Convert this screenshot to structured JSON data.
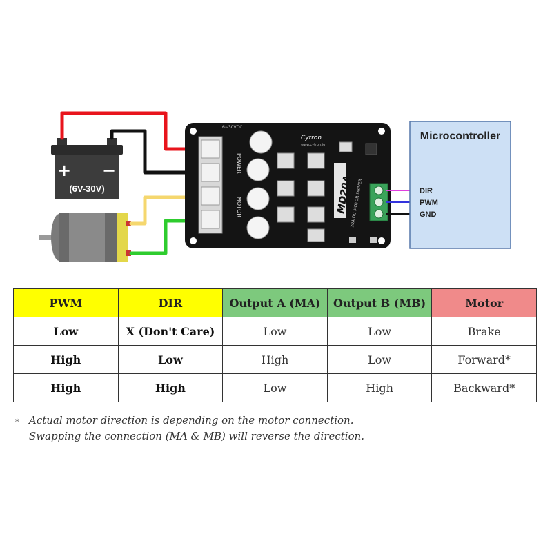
{
  "battery": {
    "label": "(6V-30V)",
    "plus": "+",
    "minus": "−"
  },
  "microcontroller": {
    "title": "Microcontroller",
    "pins": [
      "DIR",
      "PWM",
      "GND"
    ]
  },
  "board": {
    "model": "MD20A",
    "subtitle": "20A DC MOTOR DRIVER",
    "brand": "Cytron",
    "website": "www.cytron.io",
    "voltage": "6~30VDC",
    "power_label": "POWER",
    "motor_label": "MOTOR"
  },
  "table": {
    "headers": [
      "PWM",
      "DIR",
      "Output A (MA)",
      "Output B (MB)",
      "Motor"
    ],
    "rows": [
      [
        "Low",
        "X (Don't Care)",
        "Low",
        "Low",
        "Brake"
      ],
      [
        "High",
        "Low",
        "High",
        "Low",
        "Forward*"
      ],
      [
        "High",
        "High",
        "Low",
        "High",
        "Backward*"
      ]
    ]
  },
  "note": {
    "marker": "*",
    "line1": "Actual motor direction is depending on the motor connection.",
    "line2": "Swapping the connection (MA & MB) will reverse the direction."
  },
  "colors": {
    "header_yellow": "#ffff00",
    "header_green": "#7dc97d",
    "header_red": "#f08a8a",
    "wire_red": "#e8141c",
    "wire_black": "#111111",
    "wire_yellow": "#f5d76e",
    "wire_green": "#2ecc2e",
    "wire_magenta": "#e040e0",
    "wire_blue": "#3333dd",
    "mcu_fill": "#cde0f5"
  }
}
